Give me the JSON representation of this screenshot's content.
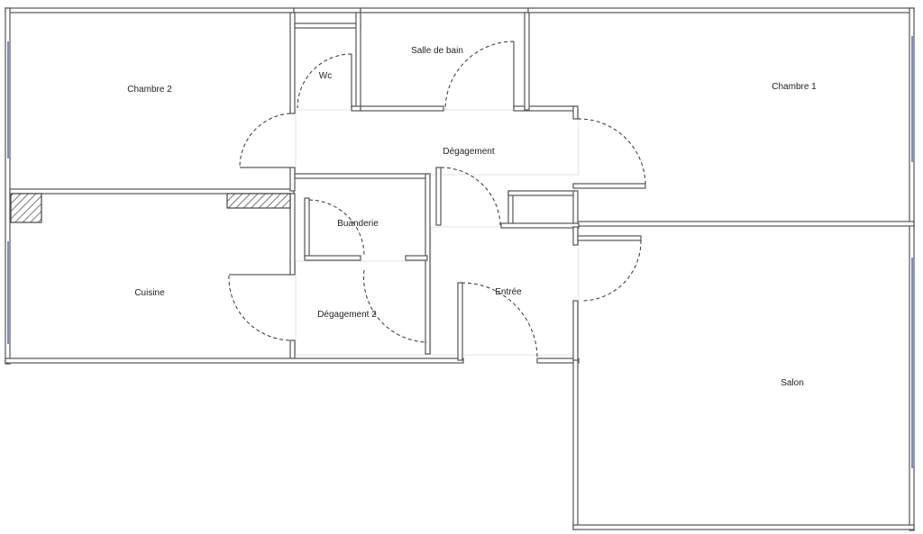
{
  "rooms": {
    "chambre2": "Chambre 2",
    "wc": "Wc",
    "salle_de_bain": "Salle de bain",
    "chambre1": "Chambre 1",
    "degagement": "Dégagement",
    "buanderie": "Buanderie",
    "cuisine": "Cuisine",
    "degagement2": "Dégagement 2",
    "entree": "Entrée",
    "salon": "Salon"
  },
  "colors": {
    "wall_stroke": "#555555",
    "window": "#7d8fb8",
    "text": "#222222"
  }
}
